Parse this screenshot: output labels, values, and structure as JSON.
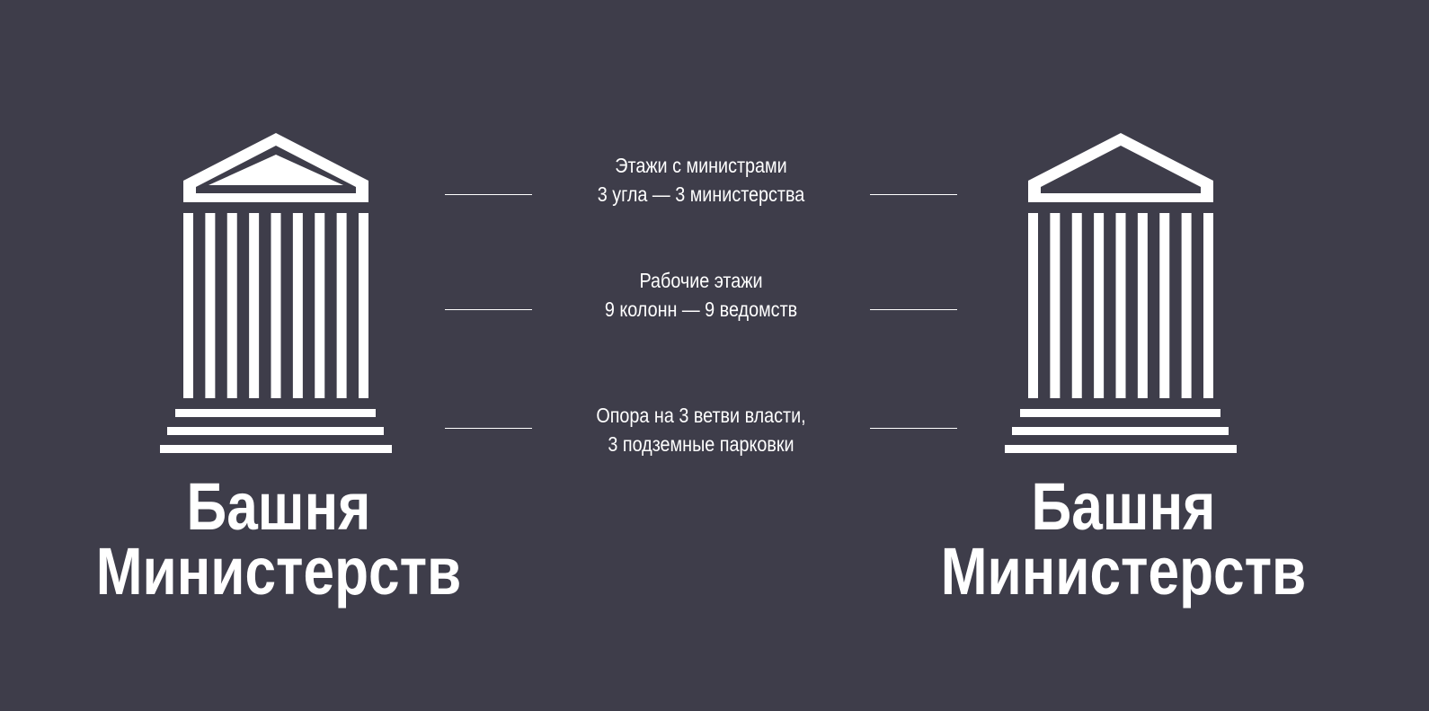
{
  "background_color": "#3e3d4a",
  "foreground_color": "#ffffff",
  "buildings": [
    {
      "title_line1": "Башня",
      "title_line2": "Министерств",
      "roof_style": "filled-pediment"
    },
    {
      "title_line1": "Башня",
      "title_line2": "Министерств",
      "roof_style": "outline-pediment"
    }
  ],
  "labels": [
    {
      "line1": "Этажи с министрами",
      "line2": "3 угла — 3 министерства"
    },
    {
      "line1": "Рабочие этажи",
      "line2": "9 колонн — 9 ведомств"
    },
    {
      "line1": "Опора на 3 ветви власти,",
      "line2": "3 подземные парковки"
    }
  ],
  "column_count": 9,
  "step_count": 3
}
